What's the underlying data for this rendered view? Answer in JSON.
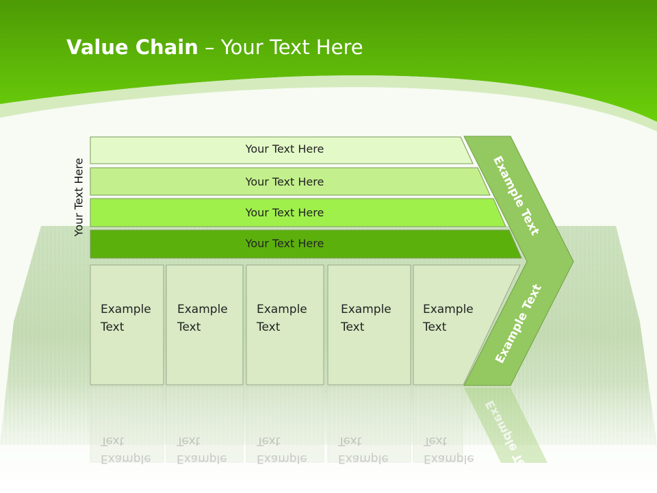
{
  "title": {
    "bold": "Value Chain",
    "rest": " – Your Text Here"
  },
  "side_label": "Your Text Here",
  "bars": [
    {
      "label": "Your Text Here",
      "color": "#e3fac8"
    },
    {
      "label": "Your Text Here",
      "color": "#c3f08c"
    },
    {
      "label": "Your Text Here",
      "color": "#a0f04c"
    },
    {
      "label": "Your Text Here",
      "color": "#5cb00c"
    }
  ],
  "columns": [
    {
      "line1": "Example",
      "line2": "Text"
    },
    {
      "line1": "Example",
      "line2": "Text"
    },
    {
      "line1": "Example",
      "line2": "Text"
    },
    {
      "line1": "Example",
      "line2": "Text"
    },
    {
      "line1": "Example",
      "line2": "Text"
    }
  ],
  "arrow": {
    "upper_label": "Example Text",
    "lower_label": "Example Text",
    "color": "#94c860"
  },
  "colors": {
    "header_green": "#5cc000",
    "column_fill": "#d9eac4"
  }
}
